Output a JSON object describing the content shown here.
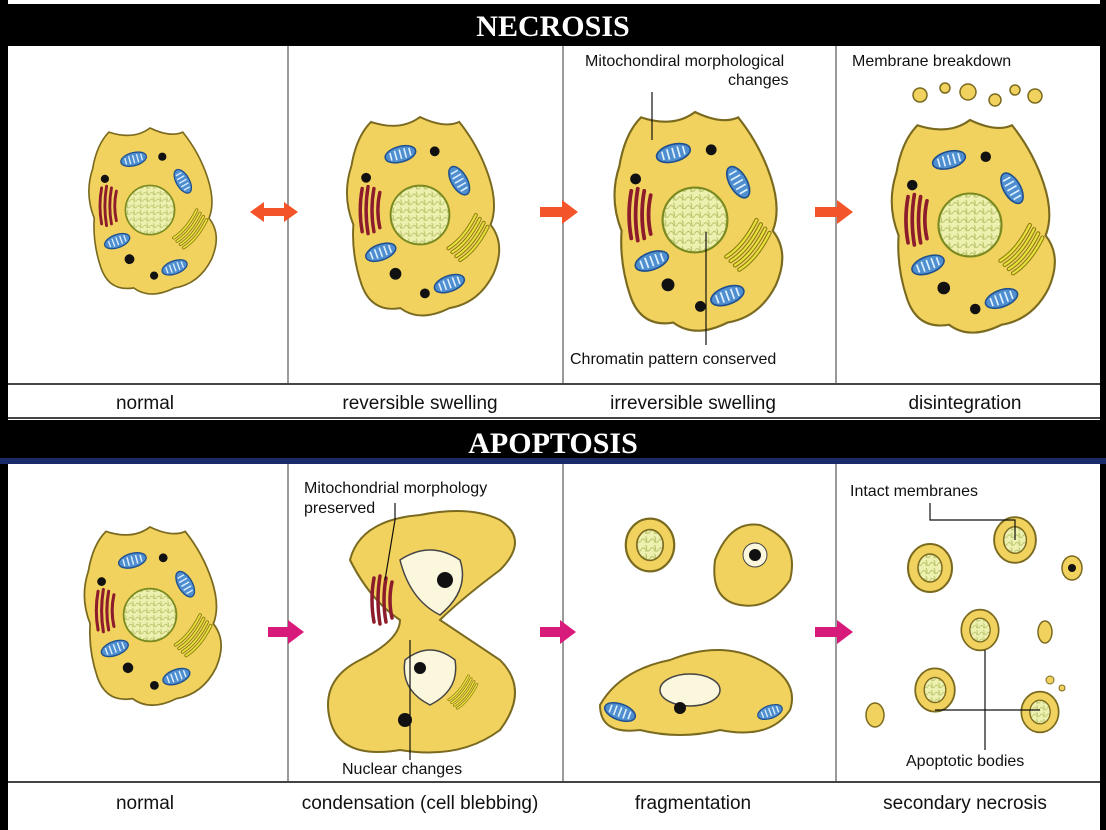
{
  "necrosis": {
    "title": "NECROSIS",
    "stages": [
      "normal",
      "reversible swelling",
      "irreversible swelling",
      "disintegration"
    ],
    "labels": {
      "mito_changes_1": "Mitochondiral morphological",
      "mito_changes_2": "changes",
      "membrane_breakdown": "Membrane breakdown",
      "chromatin": "Chromatin pattern conserved"
    }
  },
  "apoptosis": {
    "title": "APOPTOSIS",
    "stages": [
      "normal",
      "condensation (cell blebbing)",
      "fragmentation",
      "secondary necrosis"
    ],
    "labels": {
      "mito_preserved_1": "Mitochondrial morphology",
      "mito_preserved_2": "preserved",
      "nuclear_changes": "Nuclear changes",
      "intact_membranes": "Intact membranes",
      "apoptotic_bodies": "Apoptotic bodies"
    }
  },
  "colors": {
    "cytoplasm": "#f2d25e",
    "nucleus": "#eef0b0",
    "mitochondria": "#4f8fd0",
    "er": "#8c1c2c",
    "golgi": "#e8e23c",
    "necrosis_arrow": "#f4542a",
    "apoptosis_arrow": "#d81b7a"
  }
}
